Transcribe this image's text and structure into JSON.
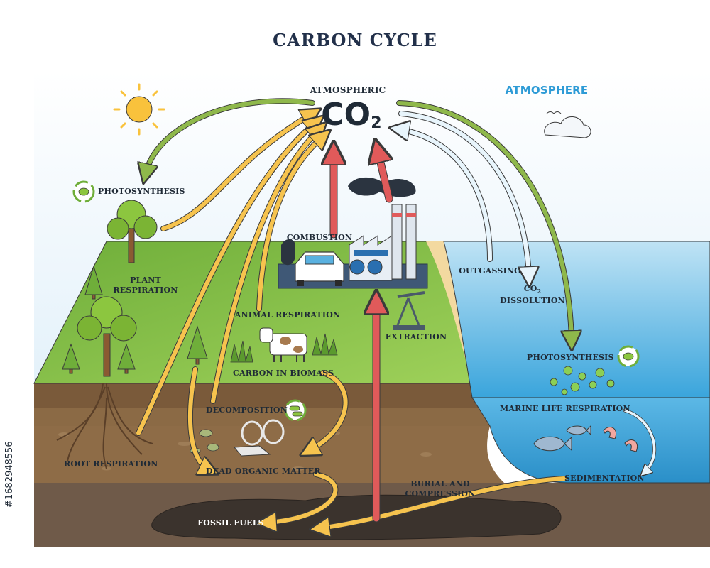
{
  "title": "CARBON CYCLE",
  "atmosphere_label": "ATMOSPHERE",
  "co2": {
    "prefix": "ATMOSPHERIC",
    "main": "CO",
    "sub": "2"
  },
  "labels": {
    "photosynthesis_land": "PHOTOSYNTHESIS",
    "plant_respiration": [
      "PLANT",
      "RESPIRATION"
    ],
    "combustion": "COMBUSTION",
    "animal_respiration": "ANIMAL RESPIRATION",
    "carbon_in_biomass": "CARBON IN BIOMASS",
    "extraction": "EXTRACTION",
    "outgassing": "OUTGASSING",
    "co2_dissolution": {
      "main": "CO",
      "sub": "2",
      "line2": "DISSOLUTION"
    },
    "photosynthesis_ocean": "PHOTOSYNTHESIS",
    "marine_life_respiration": "MARINE LIFE RESPIRATION",
    "decomposition": "DECOMPOSITION",
    "root_respiration": "ROOT RESPIRATION",
    "dead_organic_matter": "DEAD ORGANIC MATTER",
    "burial_and_compression": [
      "BURIAL AND",
      "COMPRESSION"
    ],
    "sedimentation": "SEDIMENTATION",
    "fossil_fuels": "FOSSIL FUELS"
  },
  "watermark_id": "#1682948556",
  "colors": {
    "sky": "#e3f1fa",
    "grass": "#8cc63f",
    "soil_top": "#8b6a45",
    "soil_bottom": "#6a5038",
    "ocean": "#5cb8e6",
    "arrow_yellow": "#f6c34e",
    "arrow_green": "#8fb84b",
    "arrow_red": "#e05a5a",
    "arrow_blue": "#d6ecf7"
  }
}
